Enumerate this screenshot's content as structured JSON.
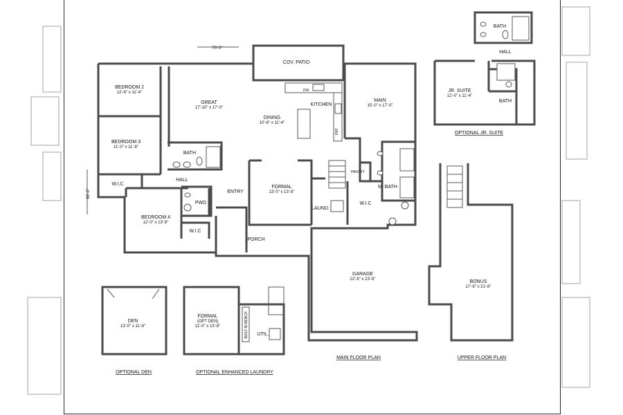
{
  "dimensions": {
    "width": "70'-0\"",
    "depth": "60'-0\""
  },
  "rooms": {
    "cov_patio": "COV. PATIO",
    "bedroom2": {
      "name": "BEDROOM 2",
      "size": "12'-6\" x 11'-4\""
    },
    "great": {
      "name": "GREAT",
      "size": "17'-10\" x 17'-0\""
    },
    "dining": {
      "name": "DINING",
      "size": "10'-6\" x 11'-4\""
    },
    "kitchen": "KITCHEN",
    "main": {
      "name": "MAIN",
      "size": "15'-0\" x 17'-0\""
    },
    "bedroom3": {
      "name": "BEDROOM 3",
      "size": "11'-0\" x 11'-8\""
    },
    "bath": "BATH",
    "pantry": "PANTRY",
    "wic": "W.I.C",
    "hall": "HALL",
    "m_bath": "M. BATH",
    "pwd": "PWD",
    "entry": "ENTRY",
    "formal": {
      "name": "FORMAL",
      "size": "13'-0\" x 13'-8\""
    },
    "laund": "LAUND.",
    "bedroom4": {
      "name": "BEDROOM 4",
      "size": "12'-0\" x 13'-8\""
    },
    "porch": "PORCH",
    "garage": {
      "name": "GARAGE",
      "size": "22'-6\" x 23'-6\""
    },
    "dw": "DW",
    "ref": "REF",
    "jr_suite": {
      "name": "JR. SUITE",
      "size": "12'-0\" x 11'-4\""
    },
    "bonus": {
      "name": "BONUS",
      "size": "17'-9\" x 21'-8\""
    },
    "den": {
      "name": "DEN",
      "size": "13'-0\" x 11'-6\""
    },
    "formal_opt_den": {
      "name": "FORMAL",
      "sub": "(OPT DEN)",
      "size": "11'-0\" x 13'-8\""
    },
    "util": "UTIL.",
    "built_in_bench": "BUILT-IN BENCH"
  },
  "captions": {
    "optional_jr_suite": "OPTIONAL JR. SUITE",
    "main_floor_plan": "MAIN FLOOR PLAN",
    "upper_floor_plan": "UPPER FLOOR PLAN",
    "optional_den": "OPTIONAL DEN",
    "optional_enhanced_laundry": "OPTIONAL ENHANCED LAUNDRY"
  }
}
